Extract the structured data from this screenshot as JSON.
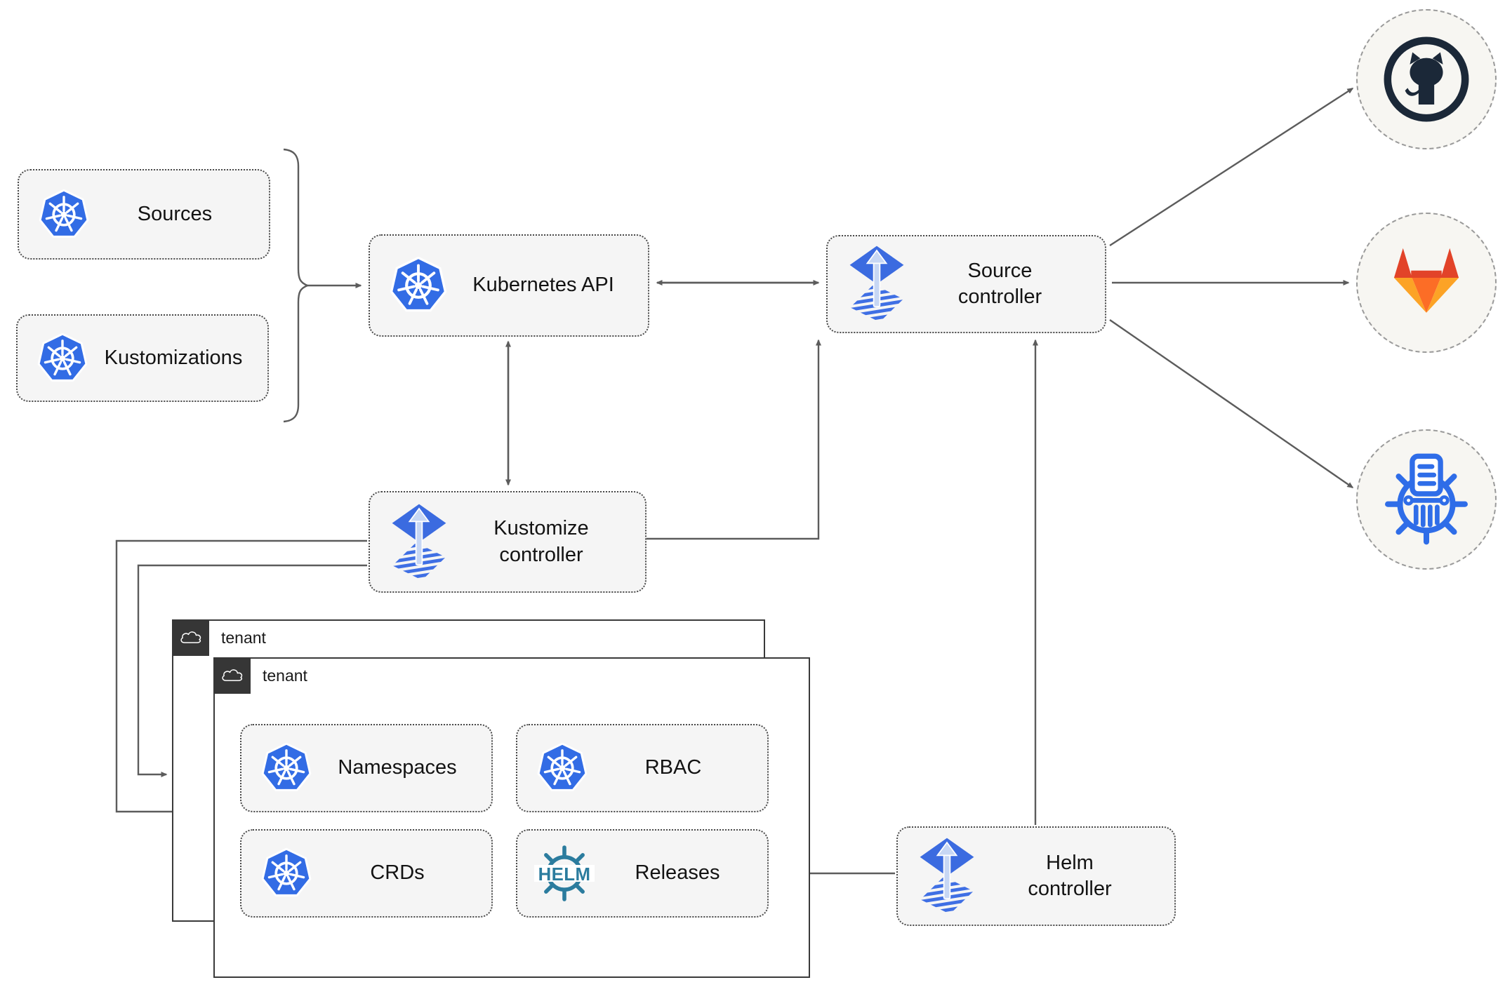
{
  "boxes": {
    "sources": {
      "label": "Sources",
      "icon": "kubernetes-icon"
    },
    "kustomizations": {
      "label": "Kustomizations",
      "icon": "kubernetes-icon"
    },
    "kubernetes_api": {
      "label": "Kubernetes API",
      "icon": "kubernetes-icon"
    },
    "source_controller": {
      "label": "Source\ncontroller",
      "icon": "flux-icon"
    },
    "kustomize_controller": {
      "label": "Kustomize\ncontroller",
      "icon": "flux-icon"
    },
    "helm_controller": {
      "label": "Helm\ncontroller",
      "icon": "flux-icon"
    },
    "namespaces": {
      "label": "Namespaces",
      "icon": "kubernetes-icon"
    },
    "rbac": {
      "label": "RBAC",
      "icon": "kubernetes-icon"
    },
    "crds": {
      "label": "CRDs",
      "icon": "kubernetes-icon"
    },
    "releases": {
      "label": "Releases",
      "icon": "helm-icon"
    }
  },
  "tenants": [
    {
      "label": "tenant",
      "icon": "cloud-icon"
    },
    {
      "label": "tenant",
      "icon": "cloud-icon"
    }
  ],
  "helm_logo_text": "HELM",
  "external_targets": [
    {
      "name": "GitHub",
      "icon": "github-icon"
    },
    {
      "name": "GitLab",
      "icon": "gitlab-icon"
    },
    {
      "name": "ChartMuseum",
      "icon": "chartmuseum-icon"
    }
  ],
  "connections": [
    {
      "from": "sources+kustomizations",
      "to": "kubernetes_api",
      "style": "brace-arrow"
    },
    {
      "from": "kubernetes_api",
      "to": "source_controller",
      "style": "double-arrow"
    },
    {
      "from": "kubernetes_api",
      "to": "kustomize_controller",
      "style": "double-arrow"
    },
    {
      "from": "kustomize_controller",
      "to": "source_controller",
      "style": "arrow"
    },
    {
      "from": "helm_controller",
      "to": "source_controller",
      "style": "arrow"
    },
    {
      "from": "helm_controller",
      "to": "releases",
      "style": "arrow"
    },
    {
      "from": "kustomize_controller",
      "to": "tenant-front",
      "style": "arrow"
    },
    {
      "from": "kustomize_controller",
      "to": "tenant-back",
      "style": "arrow"
    },
    {
      "from": "source_controller",
      "to": "GitHub",
      "style": "arrow"
    },
    {
      "from": "source_controller",
      "to": "GitLab",
      "style": "arrow"
    },
    {
      "from": "source_controller",
      "to": "ChartMuseum",
      "style": "arrow"
    }
  ],
  "colors": {
    "kubernetes_blue": "#326ce5",
    "flux_blue": "#3b6be0",
    "flux_arrow_light": "#c7d7f4",
    "helm_teal": "#2b7c9e",
    "github_dark": "#1b2838",
    "gitlab_red": "#e24329",
    "gitlab_orange": "#fc6d26",
    "gitlab_amber": "#fca326",
    "chartmuseum_blue": "#2f6de8",
    "connector_gray": "#5c5c5c",
    "node_fill": "#f5f5f5",
    "tenant_border": "#3a3a3a",
    "circle_fill": "#f7f6f2"
  }
}
